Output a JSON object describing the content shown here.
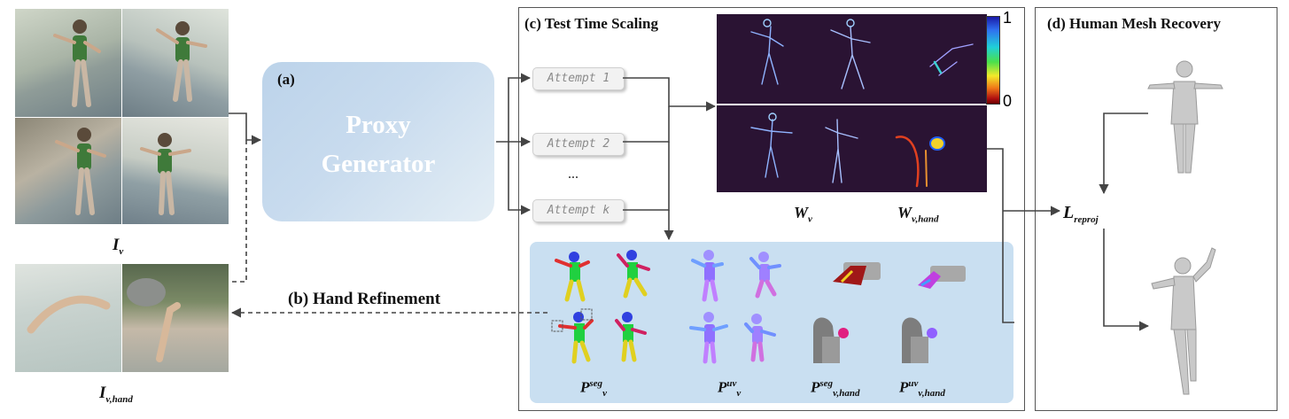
{
  "inputs": {
    "iv_label": "I",
    "iv_sub": "v",
    "ivhand_label": "I",
    "ivhand_sub": "v,hand"
  },
  "generator": {
    "tag": "(a)",
    "line1": "Proxy",
    "line2": "Generator"
  },
  "hand_refinement": {
    "label": "(b) Hand Refinement"
  },
  "test_time_scaling": {
    "title": "(c) Test Time Scaling",
    "attempts": [
      "Attempt 1",
      "Attempt 2",
      "Attempt k"
    ],
    "ellipsis": "...",
    "colorbar": {
      "max": "1",
      "min": "0"
    },
    "w_labels": {
      "wv": "W",
      "wv_sub": "v",
      "wvh": "W",
      "wvh_sub": "v,hand"
    },
    "proxy_labels": [
      {
        "base": "P",
        "sup": "seg",
        "sub": "v"
      },
      {
        "base": "P",
        "sup": "uv",
        "sub": "v"
      },
      {
        "base": "P",
        "sup": "seg",
        "sub": "v,hand"
      },
      {
        "base": "P",
        "sup": "uv",
        "sub": "v,hand"
      }
    ]
  },
  "human_mesh_recovery": {
    "title": "(d) Human Mesh Recovery",
    "loss": "L",
    "loss_sub": "reproj"
  },
  "colors": {
    "heatmap_bg": "#2a1333",
    "proxy_panel": "#c9dff1",
    "generator": "#bcd3ea"
  }
}
